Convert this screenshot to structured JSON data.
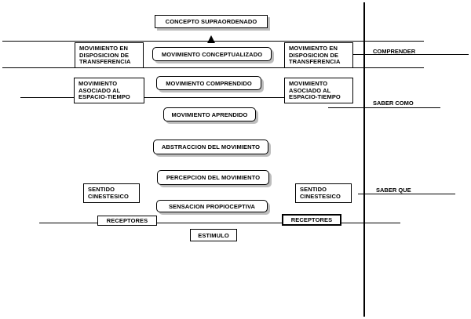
{
  "diagram": {
    "top_concept": "CONCEPTO SUPRAORDENADO",
    "left_boxes": {
      "transfer": "MOVIMIENTO EN\nDISPOSICION DE\nTRANSFERENCIA",
      "space_time": "MOVIMIENTO\nASOCIADO AL\nESPACIO-TIEMPO",
      "kinesthetic": "SENTIDO\nCINESTESICO",
      "receptors": "RECEPTORES"
    },
    "right_boxes": {
      "transfer": "MOVIMIENTO EN\nDISPOSICION DE\nTRANSFERENCIA",
      "space_time": "MOVIMIENTO\nASOCIADO AL\nESPACIO-TIEMPO",
      "kinesthetic": "SENTIDO\nCINESTESICO",
      "receptors": "RECEPTORES"
    },
    "center_stack": {
      "conceptualized": "MOVIMIENTO CONCEPTUALIZADO",
      "understood": "MOVIMIENTO COMPRENDIDO",
      "learned": "MOVIMIENTO APRENDIDO",
      "abstraction": "ABSTRACCION DEL MOVIMIENTO",
      "perception": "PERCEPCION DEL MOVIMIENTO",
      "sensation": "SENSACION PROPIOCEPTIVA",
      "stimulus": "ESTIMULO"
    },
    "side_labels": {
      "comprender": "COMPRENDER",
      "saber_como": "SABER COMO",
      "saber_que": "SABER QUE"
    }
  }
}
